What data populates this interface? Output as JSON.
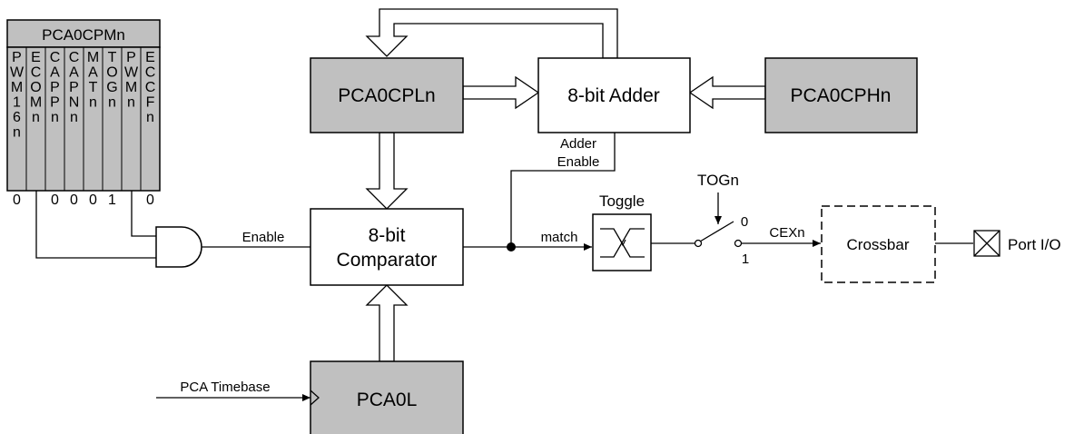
{
  "register": {
    "name": "PCA0CPMn",
    "bits": [
      {
        "chars": [
          "P",
          "W",
          "M",
          "1",
          "6",
          "n"
        ],
        "value": "0"
      },
      {
        "chars": [
          "E",
          "C",
          "O",
          "M",
          "n"
        ],
        "value": ""
      },
      {
        "chars": [
          "C",
          "A",
          "P",
          "P",
          "n"
        ],
        "value": "0"
      },
      {
        "chars": [
          "C",
          "A",
          "P",
          "N",
          "n"
        ],
        "value": "0"
      },
      {
        "chars": [
          "M",
          "A",
          "T",
          "n"
        ],
        "value": "0"
      },
      {
        "chars": [
          "T",
          "O",
          "G",
          "n"
        ],
        "value": "1"
      },
      {
        "chars": [
          "P",
          "W",
          "M",
          "n"
        ],
        "value": ""
      },
      {
        "chars": [
          "E",
          "C",
          "C",
          "F",
          "n"
        ],
        "value": "0"
      }
    ]
  },
  "blocks": {
    "cpl": "PCA0CPLn",
    "adder": "8-bit Adder",
    "cph": "PCA0CPHn",
    "comparator_line1": "8-bit",
    "comparator_line2": "Comparator",
    "pca0l": "PCA0L",
    "crossbar": "Crossbar"
  },
  "labels": {
    "adder_enable_1": "Adder",
    "adder_enable_2": "Enable",
    "enable": "Enable",
    "match": "match",
    "toggle": "Toggle",
    "togn": "TOGn",
    "switch_0": "0",
    "switch_1": "1",
    "cexn": "CEXn",
    "port_io": "Port I/O",
    "pca_timebase": "PCA Timebase"
  },
  "colors": {
    "block_fill": "#c0c0c0",
    "line": "#000000",
    "background": "#ffffff"
  }
}
